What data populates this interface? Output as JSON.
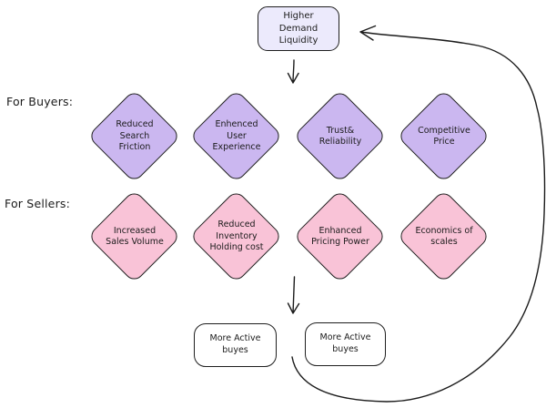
{
  "diagram": {
    "title_box": {
      "label": "Higher Demand Liquidity"
    },
    "buyers": {
      "label": "For Buyers:",
      "items": [
        "Reduced Search Friction",
        "Enhenced User Experience",
        "Trust& Reliability",
        "Competitive Price"
      ]
    },
    "sellers": {
      "label": "For Sellers:",
      "items": [
        "Increased Sales Volume",
        "Reduced Inventory Holding cost",
        "Enhanced Pricing Power",
        "Economics of scales"
      ]
    },
    "outcomes": [
      "More Active buyes",
      "More Active buyes"
    ],
    "colors": {
      "buyer_fill": "#cbb7f0",
      "seller_fill": "#f9c3d7",
      "title_fill": "#eceafc",
      "stroke": "#1e1e1e"
    }
  }
}
